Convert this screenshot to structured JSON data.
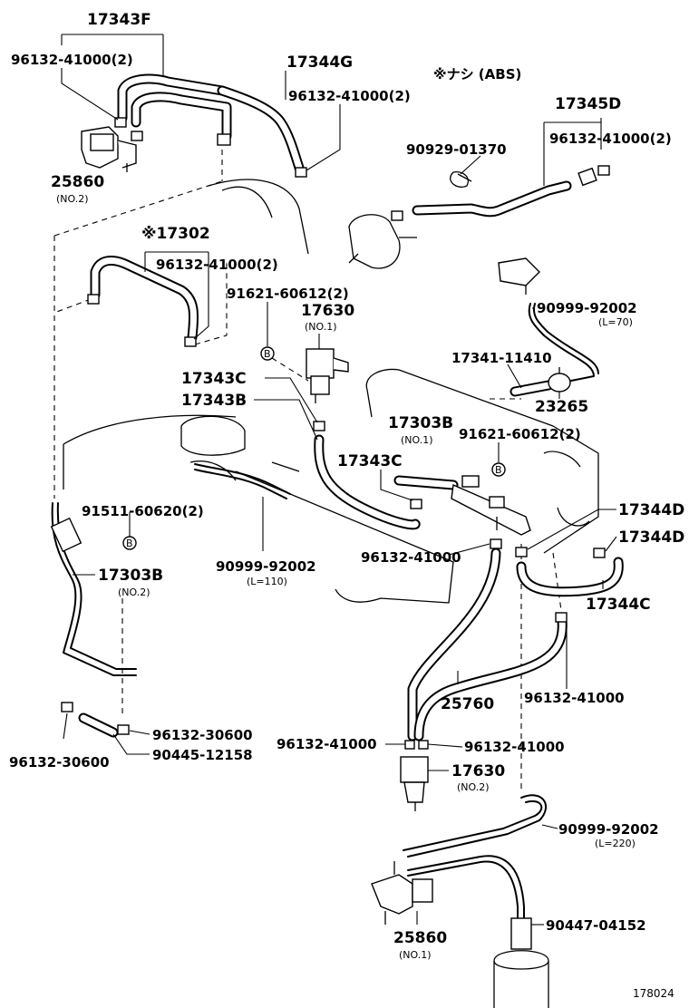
{
  "labels": {
    "p17343F": "17343F",
    "p96132_41000_2_a": "96132-41000(2)",
    "p17344G": "17344G",
    "p96132_41000_2_b": "96132-41000(2)",
    "abs_note": "※ナシ (ABS)",
    "p17345D": "17345D",
    "p90929_01370": "90929-01370",
    "p96132_41000_2_c": "96132-41000(2)",
    "p25860_top": "25860",
    "p25860_top_sub": "(NO.2)",
    "p17302": "※17302",
    "p96132_41000_2_d": "96132-41000(2)",
    "p91621_60612_2_a": "91621-60612(2)",
    "p17630_top": "17630",
    "p17630_top_sub": "(NO.1)",
    "p90999_92002_a": "90999-92002",
    "p90999_92002_a_sub": "(L=70)",
    "p17341_11410": "17341-11410",
    "p23265": "23265",
    "p17343C_a": "17343C",
    "p17343B": "17343B",
    "p17303B_top": "17303B",
    "p17303B_top_sub": "(NO.1)",
    "p91621_60612_2_b": "91621-60612(2)",
    "p17343C_b": "17343C",
    "p17344D_a": "17344D",
    "p17344D_b": "17344D",
    "p91511_60620_2": "91511-60620(2)",
    "p90999_92002_b": "90999-92002",
    "p90999_92002_b_sub": "(L=110)",
    "p96132_41000_e": "96132-41000",
    "p17303B_left": "17303B",
    "p17303B_left_sub": "(NO.2)",
    "p17344C": "17344C",
    "p25760": "25760",
    "p96132_41000_f": "96132-41000",
    "p96132_30600_a": "96132-30600",
    "p96132_30600_b": "96132-30600",
    "p90445_12158": "90445-12158",
    "p96132_41000_g": "96132-41000",
    "p96132_41000_h": "96132-41000",
    "p17630_bot": "17630",
    "p17630_bot_sub": "(NO.2)",
    "p90999_92002_c": "90999-92002",
    "p90999_92002_c_sub": "(L=220)",
    "p25860_bot": "25860",
    "p25860_bot_sub": "(NO.1)",
    "p90447_04152": "90447-04152",
    "fig_no": "178024"
  },
  "callout_symbol": "B",
  "colors": {
    "ink": "#000000",
    "paper": "#ffffff"
  }
}
